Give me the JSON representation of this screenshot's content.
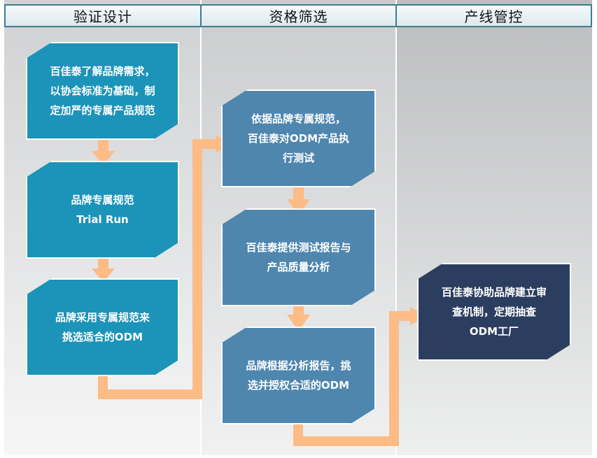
{
  "colors": {
    "header_border": "#3b7d92",
    "box_teal": "#1c93b8",
    "box_steel": "#4e86ae",
    "box_navy": "#2c3e5f",
    "arrow": "#fdbb86"
  },
  "lanes": [
    {
      "title": "验证设计"
    },
    {
      "title": "资格筛选"
    },
    {
      "title": "产线管控"
    }
  ],
  "steps": [
    {
      "text": "百佳泰了解品牌需求，\n以协会标准为基础，制\n定加严的专属产品规范"
    },
    {
      "text": "品牌专属规范\nTrial Run"
    },
    {
      "text": "品牌采用专属规范来\n挑选适合的ODM"
    },
    {
      "text": "依据品牌专属规范，\n百佳泰对ODM产品执\n行测试"
    },
    {
      "text": "百佳泰提供测试报告与\n产品质量分析"
    },
    {
      "text": "品牌根据分析报告，挑\n选并授权合适的ODM"
    },
    {
      "text": "百佳泰协助品牌建立审\n查机制，定期抽查\nODM工厂"
    }
  ]
}
